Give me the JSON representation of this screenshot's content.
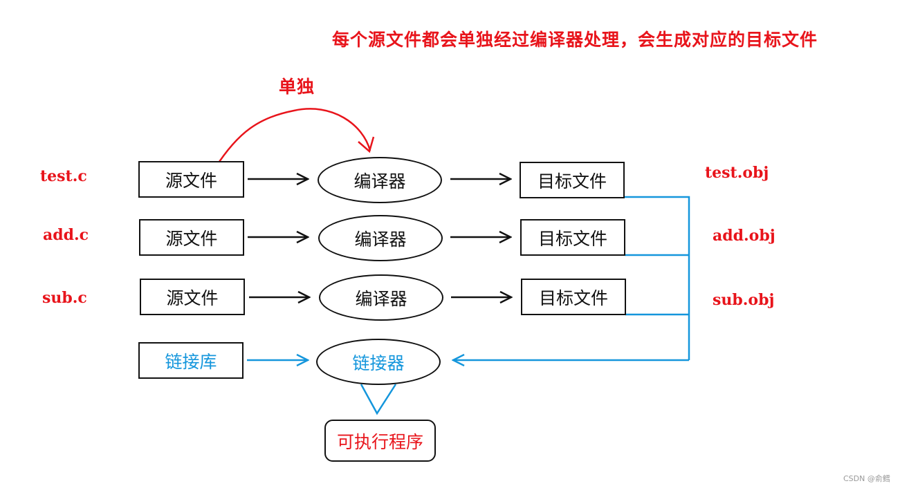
{
  "title": "每个源文件都会单独经过编译器处理，会生成对应的目标文件",
  "annotation": "单独",
  "rows": [
    {
      "file": "test.c",
      "source": "源文件",
      "compiler": "编译器",
      "target": "目标文件",
      "obj": "test.obj"
    },
    {
      "file": "add.c",
      "source": "源文件",
      "compiler": "编译器",
      "target": "目标文件",
      "obj": "add.obj"
    },
    {
      "file": "sub.c",
      "source": "源文件",
      "compiler": "编译器",
      "target": "目标文件",
      "obj": "sub.obj"
    }
  ],
  "library": "链接库",
  "linker": "链接器",
  "output": "可执行程序",
  "watermark": "CSDN @俞鳕",
  "colors": {
    "red": "#e8141b",
    "blue": "#1496dc",
    "black": "#111111"
  }
}
